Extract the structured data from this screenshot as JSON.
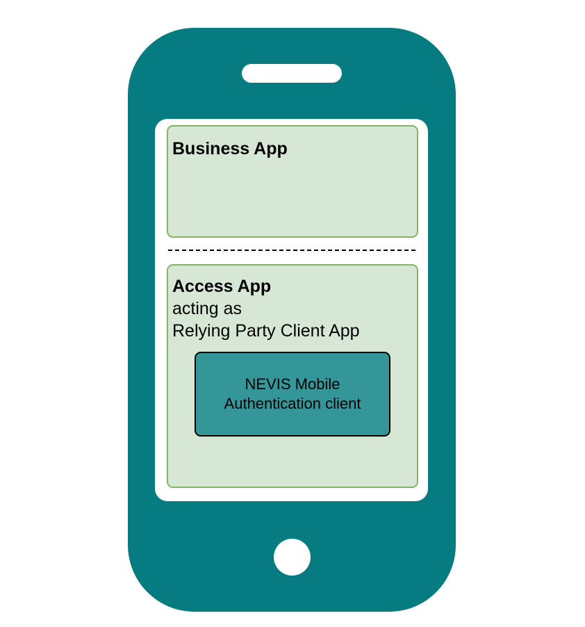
{
  "colors": {
    "phone_body": "#067c80",
    "app_box_fill": "#d6e8d5",
    "app_box_border": "#82b366",
    "client_box_fill": "#359699"
  },
  "business_app": {
    "title": "Business App"
  },
  "access_app": {
    "title": "Access App",
    "line1": "acting as",
    "line2": "Relying Party Client App"
  },
  "nevis_client": {
    "line1": "NEVIS Mobile",
    "line2": "Authentication client"
  }
}
